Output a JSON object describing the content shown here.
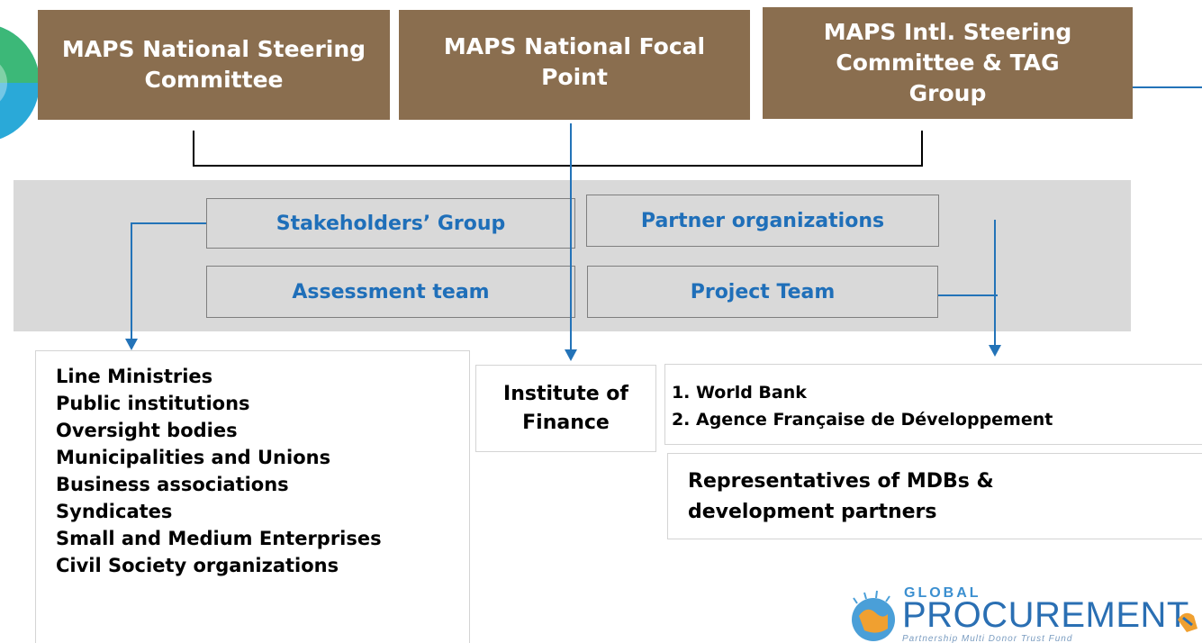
{
  "top_boxes": {
    "national_steering": "MAPS National Steering Committee",
    "focal_point": "MAPS National Focal Point",
    "intl_steering": "MAPS Intl. Steering Committee & TAG Group"
  },
  "roles": {
    "stakeholders": "Stakeholders’ Group",
    "partners": "Partner organizations",
    "assessment": "Assessment team",
    "project_team": "Project Team"
  },
  "stakeholders_list": [
    "Line Ministries",
    "Public institutions",
    "Oversight bodies",
    "Municipalities and Unions",
    "Business associations",
    "Syndicates",
    "Small and Medium Enterprises",
    "Civil Society organizations"
  ],
  "institute": "Institute of Finance",
  "partner_list": [
    "World Bank",
    "Agence Française de Développement"
  ],
  "representatives": "Representatives of MDBs & development partners",
  "logo": {
    "global": "GLOBAL",
    "procurement": "PROCUREMENT",
    "tagline": "Partnership Multi Donor Trust Fund"
  },
  "colors": {
    "brown": "#8a6e4f",
    "blue": "#1f6fb9",
    "gray": "#d9d9d9"
  }
}
